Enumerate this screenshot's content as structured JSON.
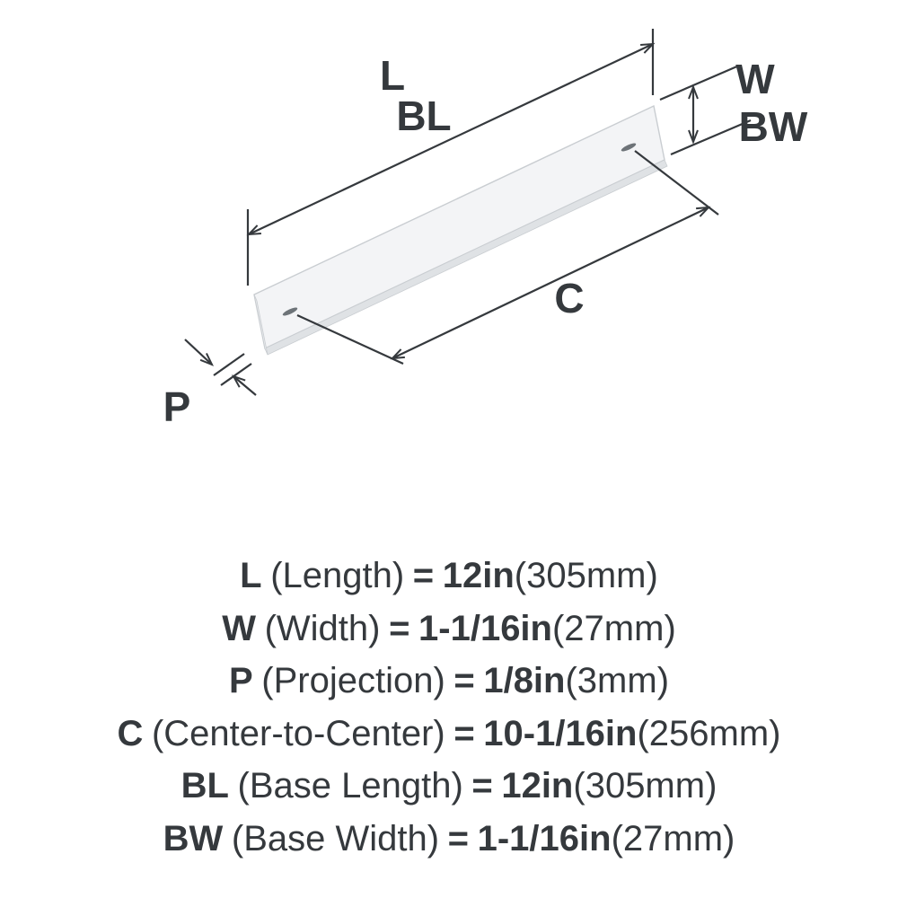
{
  "diagram": {
    "labels": {
      "L": "L",
      "BL": "BL",
      "W": "W",
      "BW": "BW",
      "C": "C",
      "P": "P"
    },
    "colors": {
      "line": "#35393d",
      "bar_fill": "#f3f4f6",
      "bar_edge": "#dfe2e5"
    }
  },
  "legend": [
    {
      "abbr": "L",
      "desc": "(Length)",
      "equals": "=",
      "value": "12in",
      "metric": "(305mm)"
    },
    {
      "abbr": "W",
      "desc": "(Width)",
      "equals": "=",
      "value": "1-1/16in",
      "metric": "(27mm)"
    },
    {
      "abbr": "P",
      "desc": "(Projection)",
      "equals": "=",
      "value": "1/8in",
      "metric": "(3mm)"
    },
    {
      "abbr": "C",
      "desc": "(Center-to-Center)",
      "equals": "=",
      "value": "10-1/16in",
      "metric": "(256mm)"
    },
    {
      "abbr": "BL",
      "desc": "(Base Length)",
      "equals": "=",
      "value": "12in",
      "metric": "(305mm)"
    },
    {
      "abbr": "BW",
      "desc": "(Base Width)",
      "equals": "=",
      "value": "1-1/16in",
      "metric": "(27mm)"
    }
  ]
}
